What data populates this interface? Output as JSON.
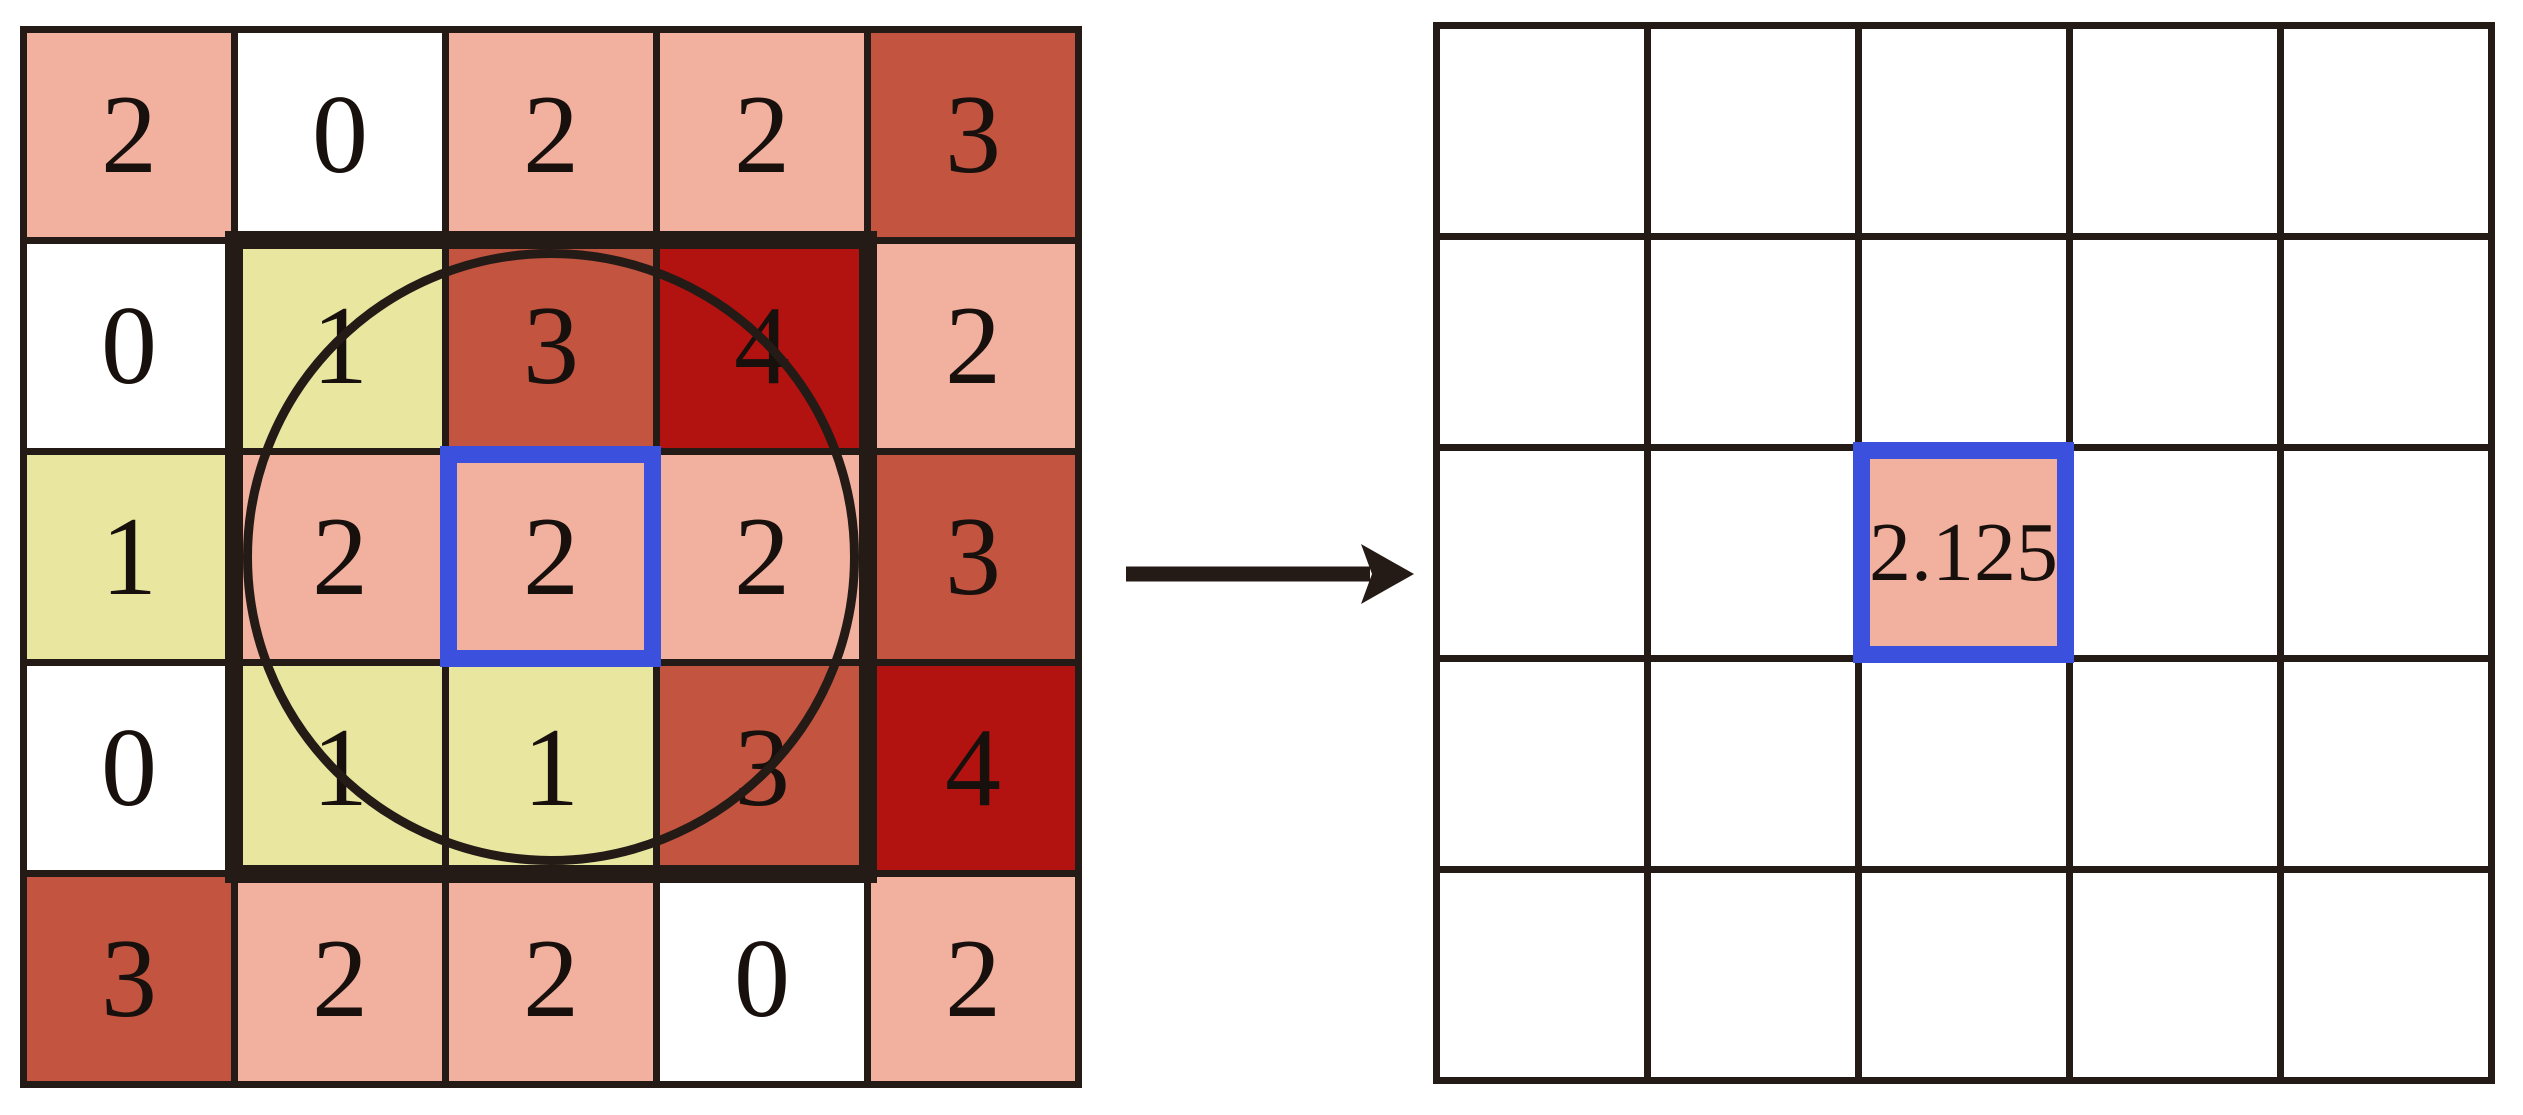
{
  "input_grid": {
    "rows": [
      [
        "2",
        "0",
        "2",
        "2",
        "3"
      ],
      [
        "0",
        "1",
        "3",
        "4",
        "2"
      ],
      [
        "1",
        "2",
        "2",
        "2",
        "3"
      ],
      [
        "0",
        "1",
        "1",
        "3",
        "4"
      ],
      [
        "3",
        "2",
        "2",
        "0",
        "2"
      ]
    ]
  },
  "value_colors": {
    "0": "#ffffff",
    "1": "#e8e69f",
    "2": "#f2b09f",
    "3": "#c25440",
    "4": "#b31310"
  },
  "output_grid": {
    "result_value": "2.125",
    "result_fill": "#f2b09f"
  },
  "colors": {
    "grid_line": "#241a16",
    "highlight": "#3b51de",
    "number": "#17100d"
  },
  "icons": {
    "arrow": "right-arrow"
  }
}
